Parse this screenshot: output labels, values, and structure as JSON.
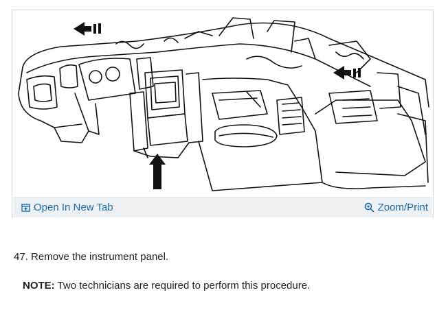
{
  "figure": {
    "open_tab_label": "Open In New Tab",
    "zoom_label": "Zoom/Print",
    "open_tab_icon": "open-in-new-tab-icon",
    "zoom_icon": "magnifier-icon",
    "link_color": "#1b6aa6"
  },
  "step": {
    "text": "47. Remove the instrument panel."
  },
  "note": {
    "label": "NOTE:",
    "text": " Two technicians are required to perform this procedure."
  }
}
